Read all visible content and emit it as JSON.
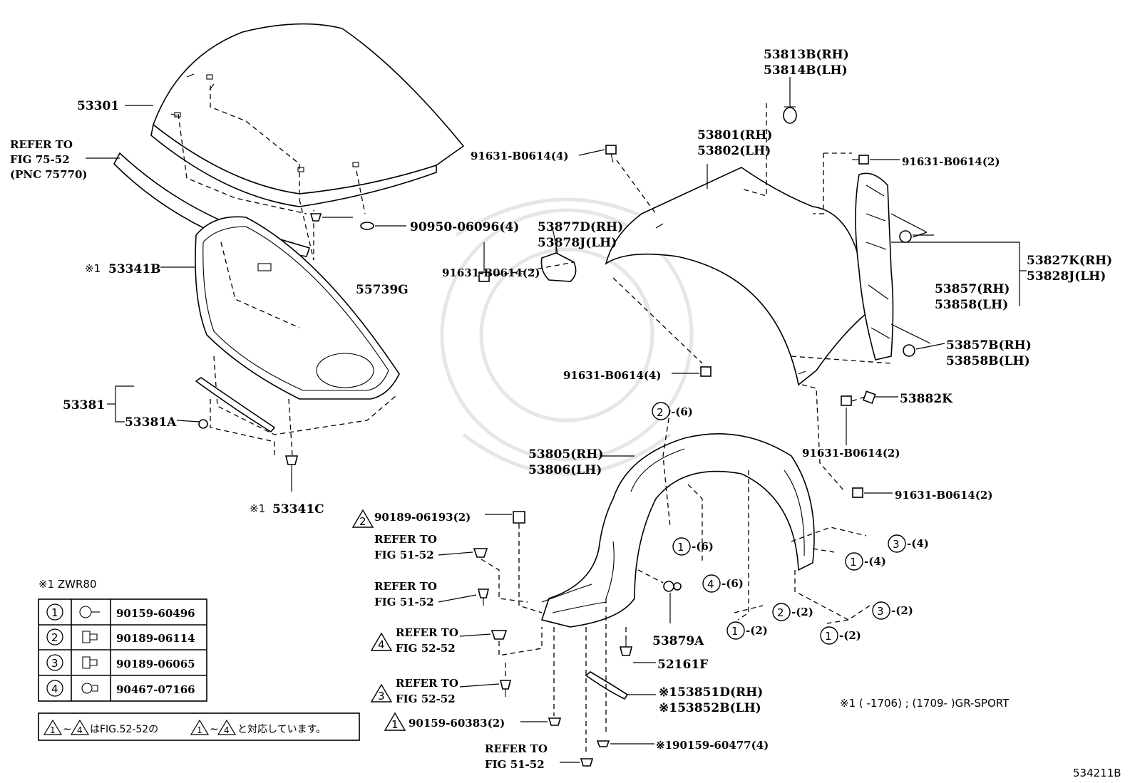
{
  "diagram_code": "534211B",
  "callouts": {
    "hood": "53301",
    "refer_75_52_l1": "REFER TO",
    "refer_75_52_l2": "FIG 75-52",
    "refer_75_52_l3": "(PNC 75770)",
    "hood_cushion": "90950-06096(4)",
    "hood_clip": "55739G",
    "insulator_mark": "※1",
    "insulator": "53341B",
    "seal_group": "53381",
    "seal_clip": "53381A",
    "insulator_clip_mark": "※1",
    "insulator_clip": "53341C",
    "pad_rh": "53813B(RH)",
    "pad_lh": "53814B(LH)",
    "fender_rh": "53801(RH)",
    "fender_lh": "53802(LH)",
    "bolt_top": "91631-B0614(4)",
    "bolt_right_top": "91631-B0614(2)",
    "bracket_rh": "53877D(RH)",
    "bracket_lh": "53878J(LH)",
    "bolt_bracket": "91631-B0614(2)",
    "panel_rh": "53827K(RH)",
    "panel_lh": "53828J(LH)",
    "clip_rh": "53857(RH)",
    "clip_lh": "53858(LH)",
    "clipb_rh": "53857B(RH)",
    "clipb_lh": "53858B(LH)",
    "bolt_fender_bottom": "91631-B0614(4)",
    "washer": "53882K",
    "bolt_washer": "91631-B0614(2)",
    "bolt_liner": "91631-B0614(2)",
    "liner_rh": "53805(RH)",
    "liner_lh": "53806(LH)",
    "marker2_qty": "-(6)",
    "marker1_qty_a": "-(6)",
    "marker4_qty": "-(6)",
    "marker3_qty_a": "-(4)",
    "marker1_qty_b": "-(4)",
    "marker2_qty_b": "-(2)",
    "marker1_qty_c": "-(2)",
    "marker3_qty_b": "-(2)",
    "marker1_qty_d": "-(2)",
    "tri2_part": "90189-06193(2)",
    "refer_51_52_a_l1": "REFER TO",
    "refer_51_52_a_l2": "FIG 51-52",
    "refer_51_52_b_l1": "REFER TO",
    "refer_51_52_b_l2": "FIG 51-52",
    "refer_52_52_a_l1": "REFER TO",
    "refer_52_52_a_l2": "FIG 52-52",
    "refer_52_52_b_l1": "REFER TO",
    "refer_52_52_b_l2": "FIG 52-52",
    "tri1_part": "90159-60383(2)",
    "refer_51_52_c_l1": "REFER TO",
    "refer_51_52_c_l2": "FIG 51-52",
    "liner_clip": "53879A",
    "stud": "52161F",
    "seal_rh": "※153851D(RH)",
    "seal_lh": "※153852B(LH)",
    "bottom_screw": "※190159-60477(4)",
    "footnote": "※1 (      -1706) ; (1709-      )GR-SPORT"
  },
  "legend": {
    "title": "※1 ZWR80",
    "rows": [
      {
        "mark": "1",
        "icon": "screw-icon",
        "part": "90159-60496"
      },
      {
        "mark": "2",
        "icon": "clip-icon",
        "part": "90189-06114"
      },
      {
        "mark": "3",
        "icon": "clip-icon",
        "part": "90189-06065"
      },
      {
        "mark": "4",
        "icon": "clip-icon",
        "part": "90467-07166"
      }
    ]
  },
  "note": {
    "tri_a": "1",
    "tri_b": "4",
    "text_a": "はFIG.52-52の",
    "tri_c": "1",
    "tri_d": "4",
    "text_b": "と対応しています。"
  }
}
